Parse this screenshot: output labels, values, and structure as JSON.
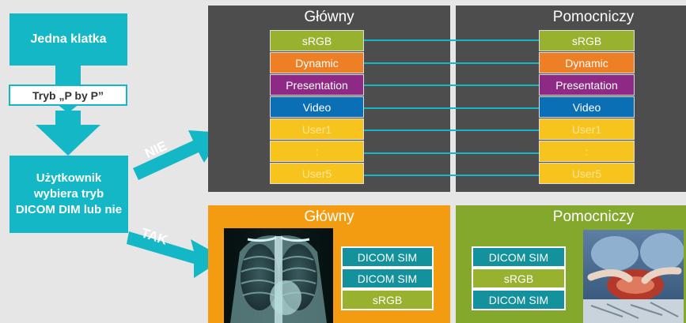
{
  "flow": {
    "start_label": "Jedna klatka",
    "mode_label": "Tryb „P by P”",
    "decision_label": "Użytkownik wybiera tryb DICOM DIM lub nie",
    "no_label": "NIE",
    "yes_label": "TAK"
  },
  "top": {
    "main_title": "Główny",
    "aux_title": "Pomocniczy",
    "modes": [
      "sRGB",
      "Dynamic",
      "Presentation",
      "Video",
      "User1",
      ":",
      "User5"
    ]
  },
  "bottom": {
    "main_title": "Główny",
    "aux_title": "Pomocniczy",
    "main_modes": [
      "DICOM SIM",
      "DICOM SIM",
      "sRGB"
    ],
    "aux_modes": [
      "DICOM SIM",
      "sRGB",
      "DICOM SIM"
    ]
  },
  "colors": {
    "teal": "#13b7c6",
    "panel_dark": "#4d4d4d",
    "main_orange": "#f39c12",
    "aux_green": "#83a82c",
    "mode_srgb": "#98b12f",
    "mode_dynamic": "#ef7f24",
    "mode_presentation": "#8e2a86",
    "mode_video": "#0b6fb5",
    "mode_user": "#f6c41d",
    "dicom": "#13929e"
  }
}
